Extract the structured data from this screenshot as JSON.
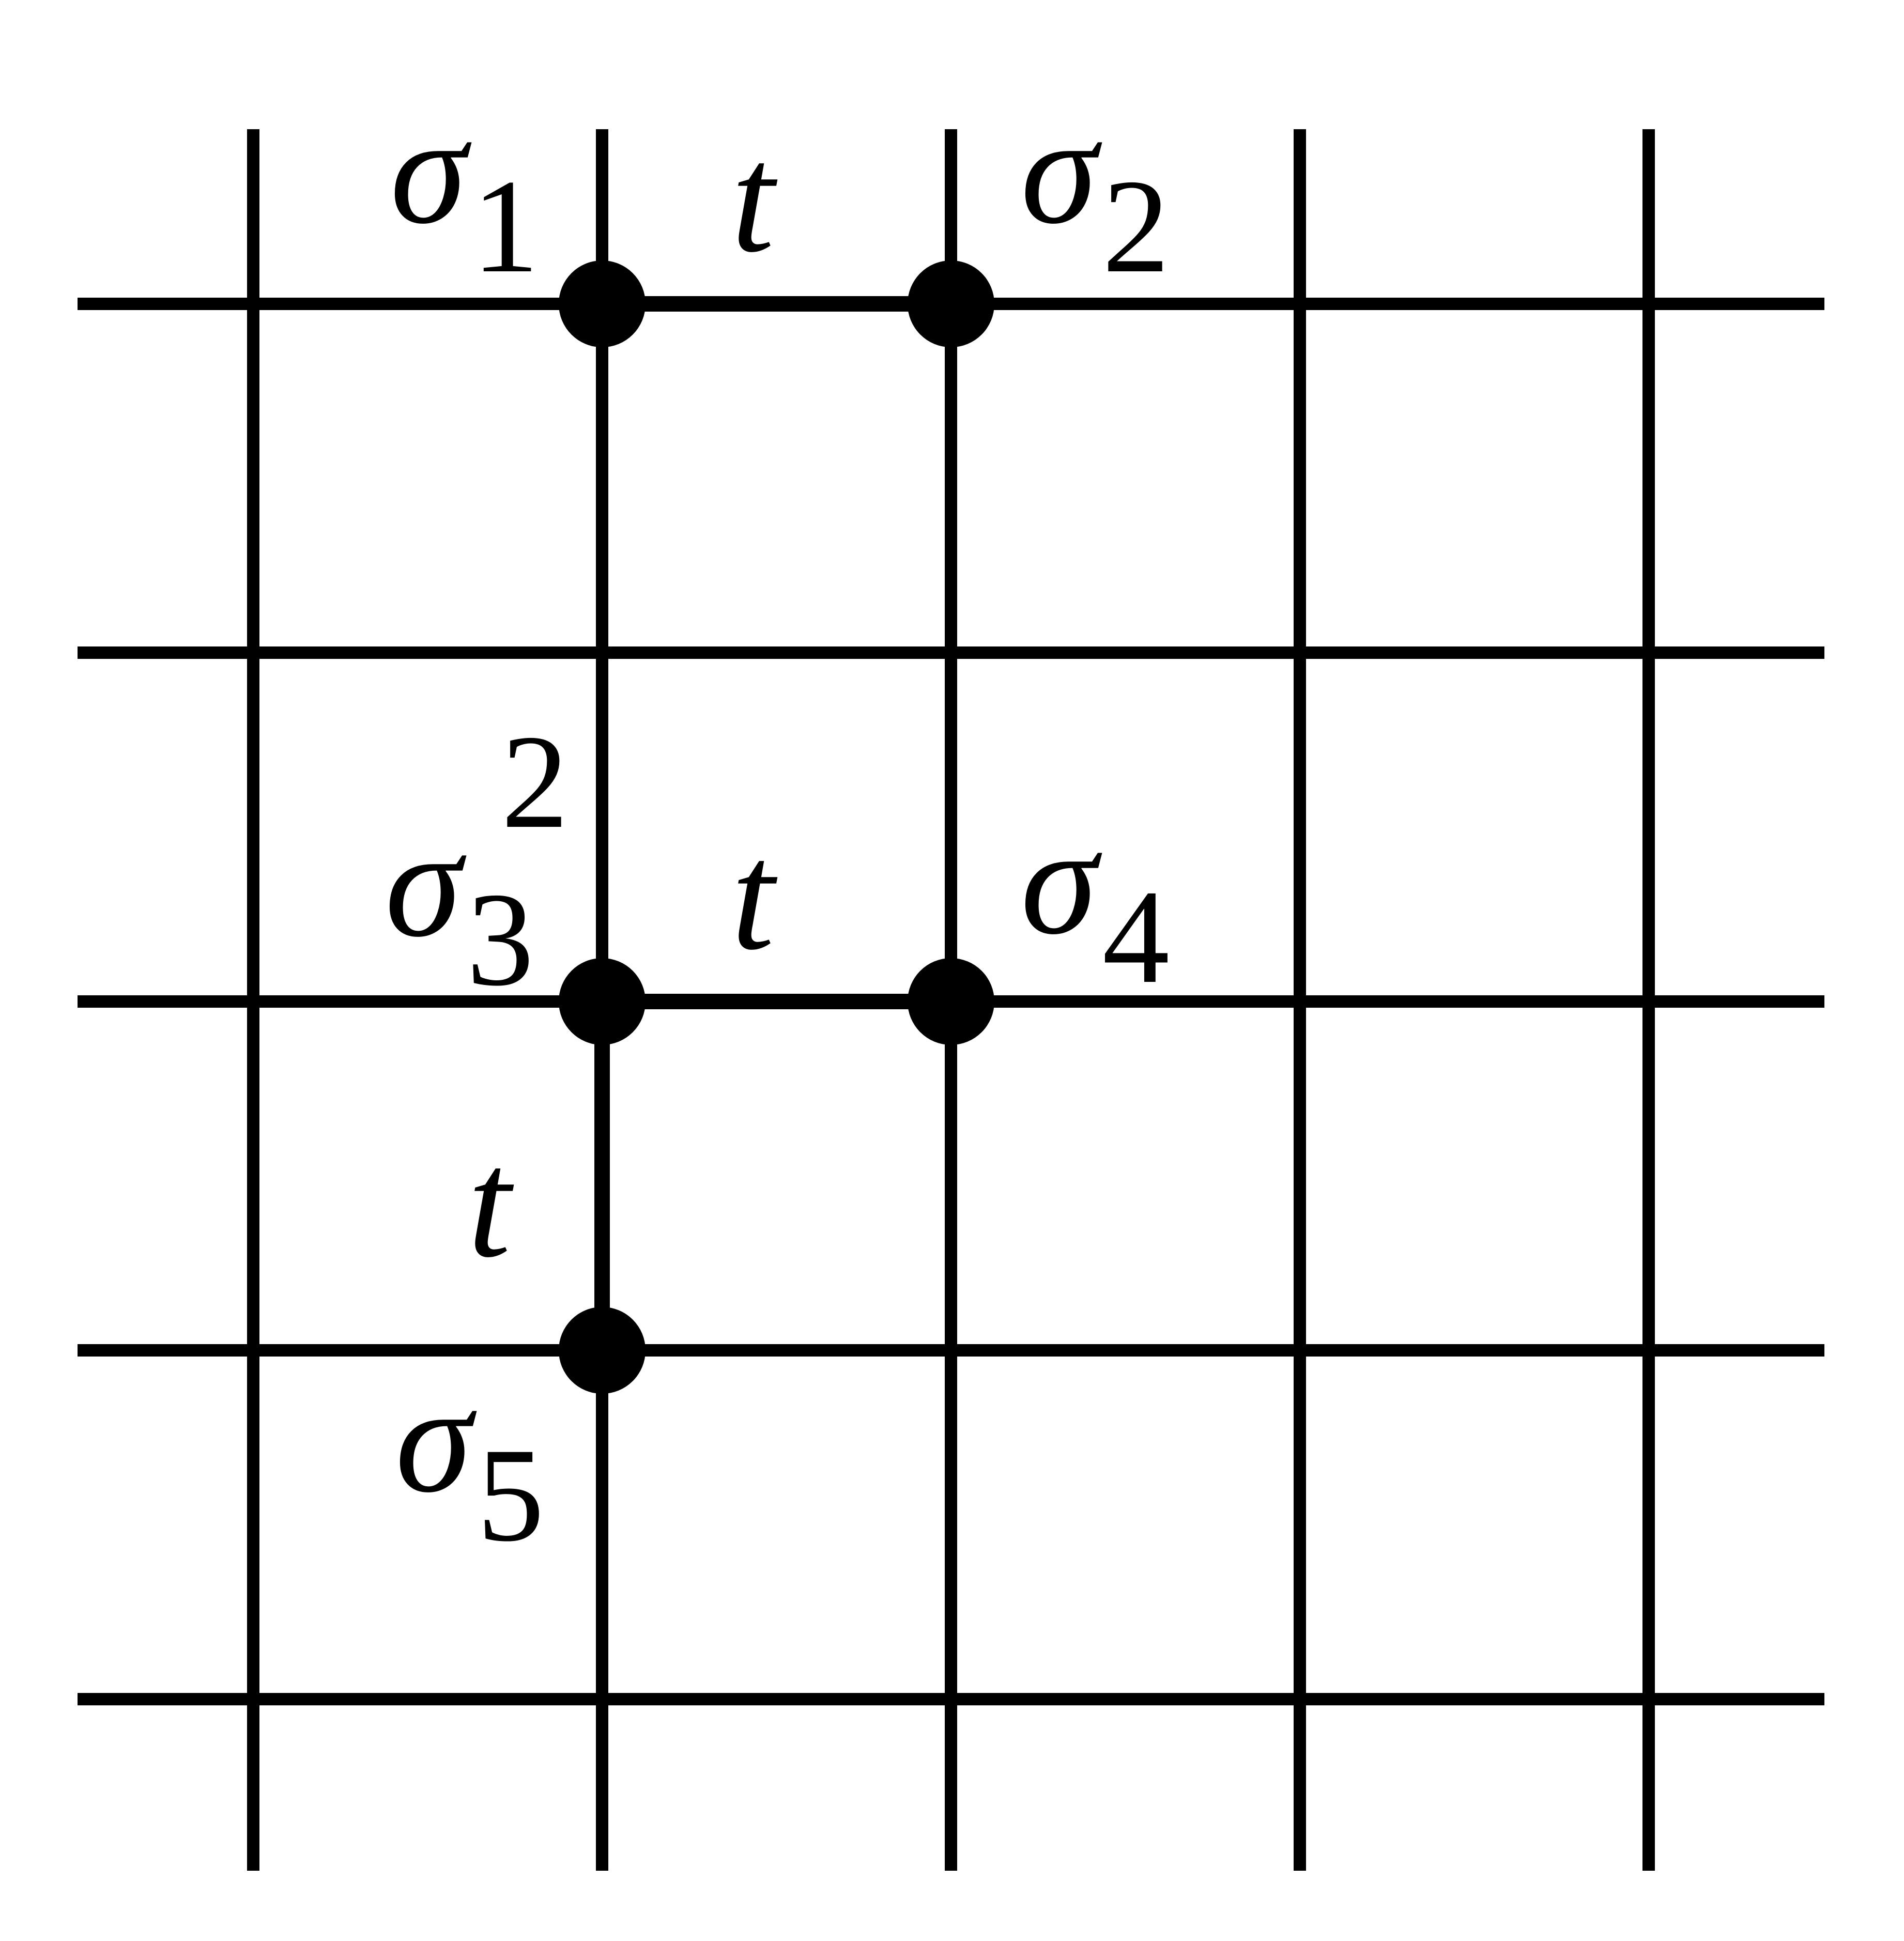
{
  "diagram": {
    "lattice": {
      "columns": 5,
      "rows": 5
    },
    "sites": [
      {
        "id": "sigma1",
        "symbol": "σ",
        "subscript": "1",
        "column": 2,
        "row": 1
      },
      {
        "id": "sigma2",
        "symbol": "σ",
        "subscript": "2",
        "column": 3,
        "row": 1
      },
      {
        "id": "sigma3",
        "symbol": "σ",
        "subscript": "3",
        "superscript": "2",
        "column": 2,
        "row": 3
      },
      {
        "id": "sigma4",
        "symbol": "σ",
        "subscript": "4",
        "column": 3,
        "row": 3
      },
      {
        "id": "sigma5",
        "symbol": "σ",
        "subscript": "5",
        "column": 2,
        "row": 4
      }
    ],
    "bonds": [
      {
        "from": "sigma1",
        "to": "sigma2",
        "label": "t"
      },
      {
        "from": "sigma3",
        "to": "sigma4",
        "label": "t"
      },
      {
        "from": "sigma3",
        "to": "sigma5",
        "label": "t"
      }
    ],
    "colors": {
      "ink": "#000000",
      "background": "#ffffff"
    }
  }
}
